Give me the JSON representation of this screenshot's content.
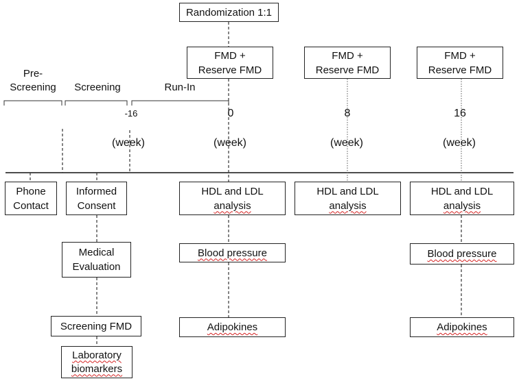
{
  "top": {
    "randomization": "Randomization 1:1",
    "fmd_line1": "FMD +",
    "fmd_line2": "Reserve FMD"
  },
  "phases": {
    "pre_screening_1": "Pre-",
    "pre_screening_2": "Screening",
    "screening": "Screening",
    "run_in": "Run-In"
  },
  "timepoints": {
    "t_minus16": "-16",
    "t0": "0",
    "t8": "8",
    "t16": "16",
    "unit": "(week)"
  },
  "boxes": {
    "phone_1": "Phone",
    "phone_2": "Contact",
    "consent_1": "Informed",
    "consent_2": "Consent",
    "medical_1": "Medical",
    "medical_2": "Evaluation",
    "screening_fmd": "Screening FMD",
    "lab_1": "Laboratory",
    "lab_2": "biomarkers",
    "hdl_1": "HDL and LDL",
    "hdl_2": "analysis",
    "blood_pressure": "Blood pressure",
    "adipokines": "Adipokines"
  }
}
